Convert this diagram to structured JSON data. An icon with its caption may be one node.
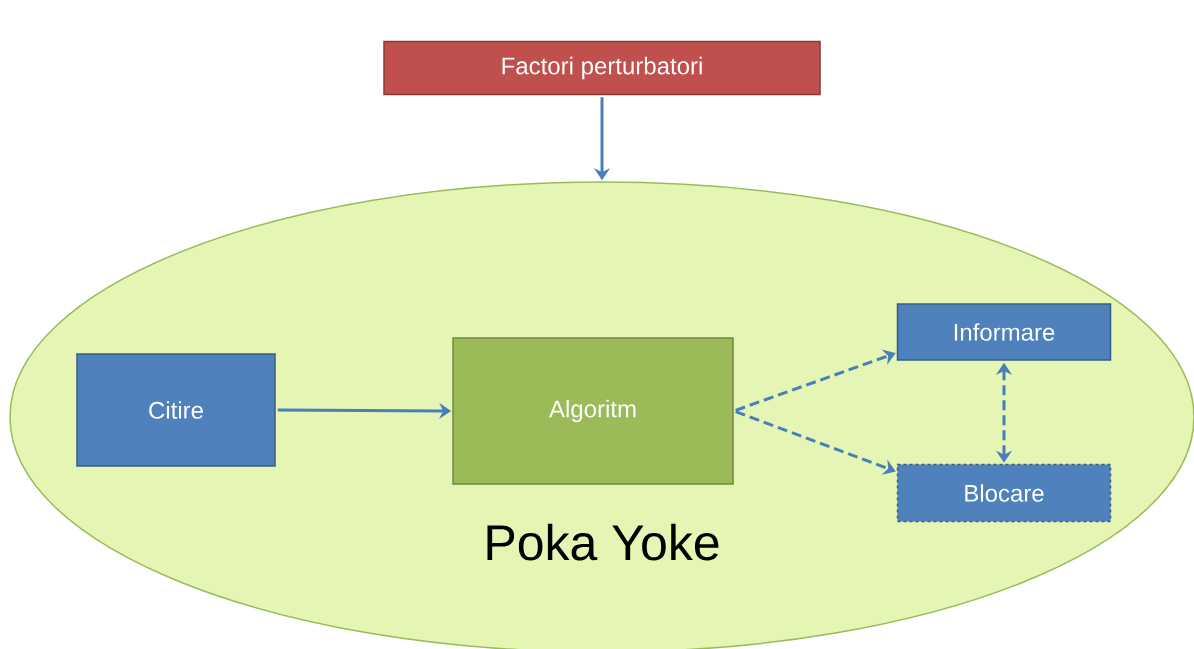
{
  "diagram": {
    "nodes": [
      {
        "text": [
          "Factori perturbatori"
        ]
      },
      {
        "text": [
          "Poka Yoke"
        ]
      },
      {
        "text": [
          "Citire"
        ],
        "in": 1
      },
      {
        "text": [
          "Algoritm"
        ],
        "in": 1
      },
      {
        "text": [
          "Informare"
        ],
        "in": 1
      },
      {
        "text": [
          "Blocare"
        ],
        "in": 1
      }
    ],
    "edges": [
      {
        "from": 0,
        "to": 1,
        "arrow": "to"
      },
      {
        "from": 2,
        "to": 3,
        "arrow": "to"
      },
      {
        "from": 3,
        "to": 4,
        "arrow": "to",
        "style": "dashed"
      },
      {
        "from": 3,
        "to": 5,
        "arrow": "to",
        "style": "dashed"
      },
      {
        "from": 4,
        "to": 5,
        "arrow": "both",
        "style": "dashed"
      }
    ]
  }
}
